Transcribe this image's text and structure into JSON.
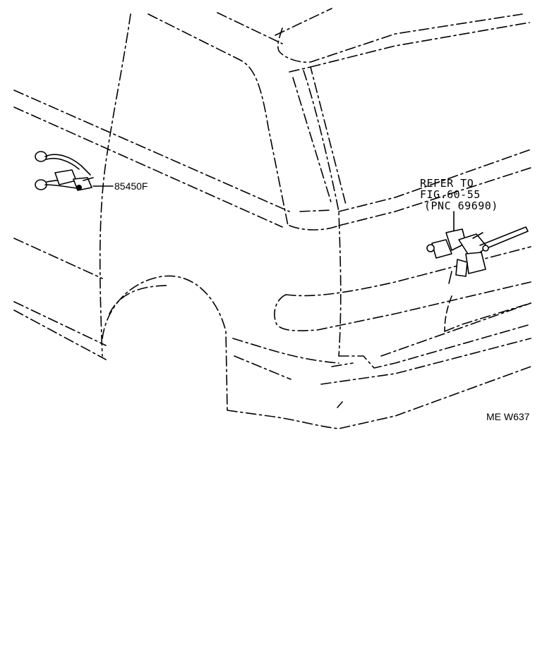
{
  "diagram": {
    "part_label": "85450F",
    "refer_note": {
      "line1": "REFER TO",
      "line2": "FIG.60-55",
      "line3": "(PNC 69690)"
    },
    "figure_code": "ME W637"
  }
}
